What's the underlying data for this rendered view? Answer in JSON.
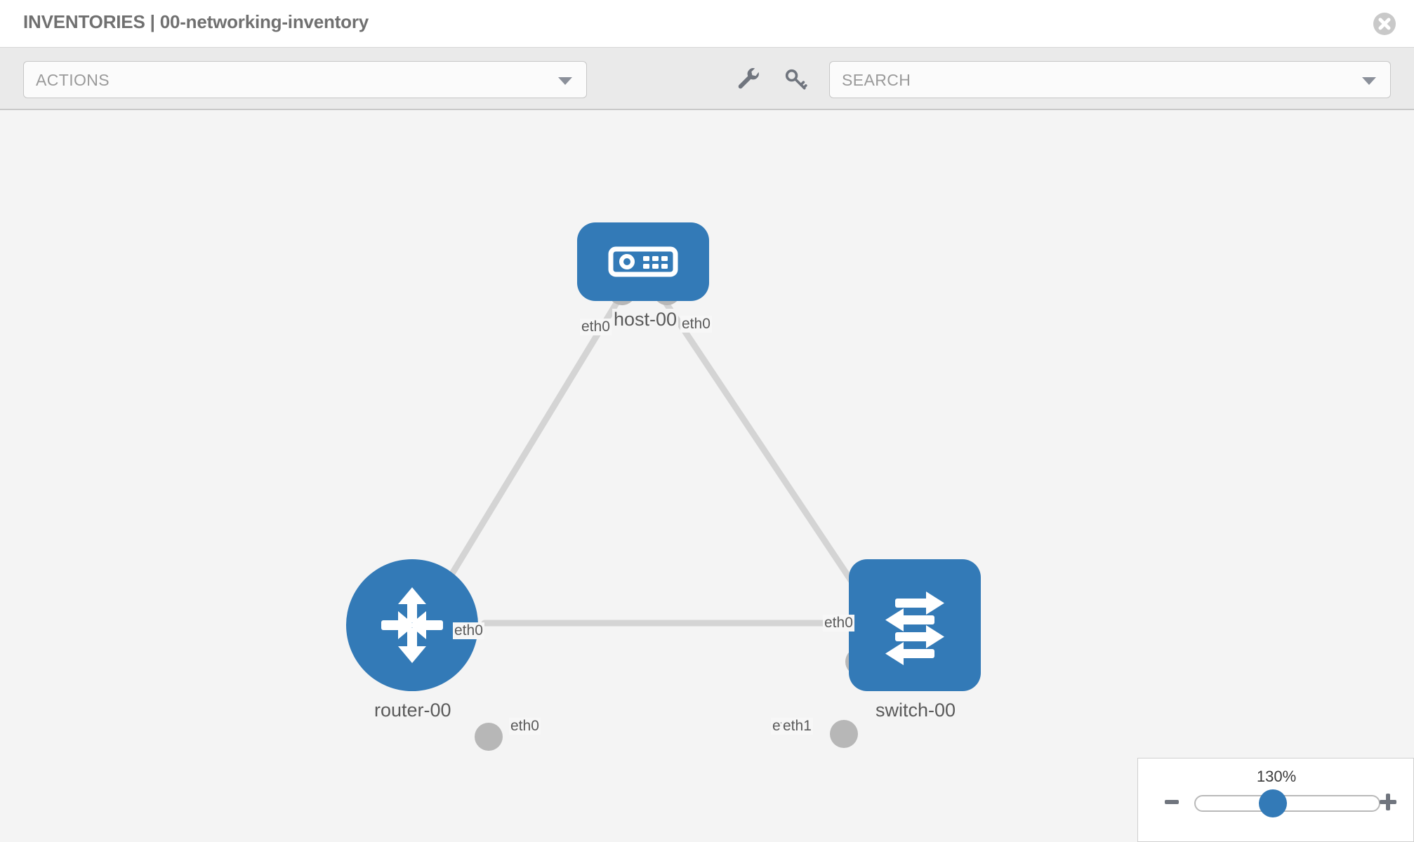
{
  "header": {
    "title": "INVENTORIES | 00-networking-inventory",
    "close_icon": "close-circle-icon"
  },
  "toolbar": {
    "actions_label": "ACTIONS",
    "actions_caret_icon": "chevron-down-icon",
    "wrench_icon": "wrench-icon",
    "key_icon": "key-icon",
    "search_placeholder": "SEARCH",
    "search_value": "",
    "search_caret_icon": "chevron-down-icon"
  },
  "topology": {
    "nodes": [
      {
        "id": "host-00",
        "label": "host-00",
        "type": "host",
        "icon": "server-appliance-icon",
        "shape": "rounded-square",
        "color": "#337ab7"
      },
      {
        "id": "router-00",
        "label": "router-00",
        "type": "router",
        "icon": "four-arrows-converging-icon",
        "shape": "circle",
        "color": "#337ab7"
      },
      {
        "id": "switch-00",
        "label": "switch-00",
        "type": "switch",
        "icon": "bidirectional-arrows-icon",
        "shape": "rounded-square",
        "color": "#337ab7"
      }
    ],
    "links": [
      {
        "from": "host-00",
        "from_iface": "eth0",
        "to": "router-00",
        "to_iface": "eth0"
      },
      {
        "from": "host-00",
        "from_iface": "eth0",
        "to": "switch-00",
        "to_iface": "eth0"
      },
      {
        "from": "router-00",
        "from_iface": "eth0",
        "to": "switch-00",
        "to_iface": "eth1"
      }
    ],
    "interface_labels": {
      "host_left": "eth0",
      "host_right": "eth0",
      "router_upper": "eth0",
      "switch_upper": "eth0",
      "router_right": "eth0",
      "switch_left_hidden": "eth",
      "switch_left": "eth1"
    }
  },
  "zoom_control": {
    "value_label": "130%",
    "minus_label": "−",
    "plus_label": "+",
    "minus_icon": "minus-icon",
    "plus_icon": "plus-icon"
  }
}
